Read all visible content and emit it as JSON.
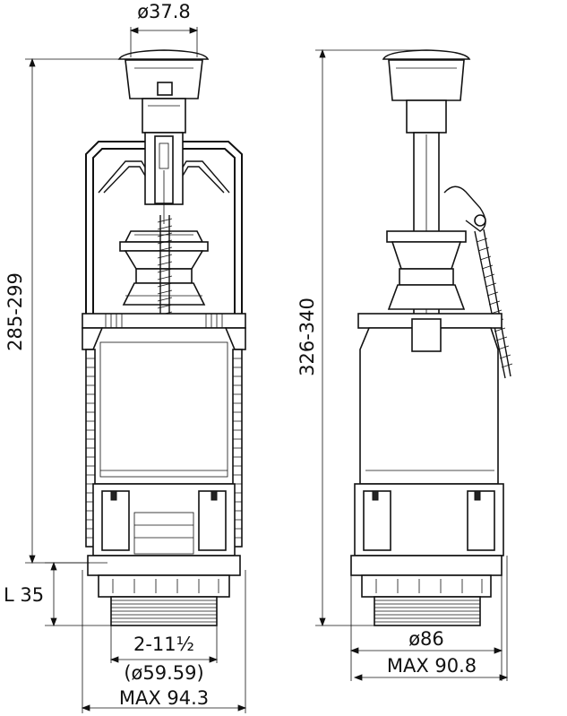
{
  "dimensions": {
    "button_diameter": "ø37.8",
    "left_height": "285-299",
    "right_height": "326-340",
    "thread_length": "L 35",
    "thread_size": "2-11½",
    "thread_diameter": "(ø59.59)",
    "left_max_width": "MAX 94.3",
    "right_diameter": "ø86",
    "right_max_width": "MAX 90.8"
  },
  "colors": {
    "line": "#111111",
    "background": "#ffffff"
  }
}
